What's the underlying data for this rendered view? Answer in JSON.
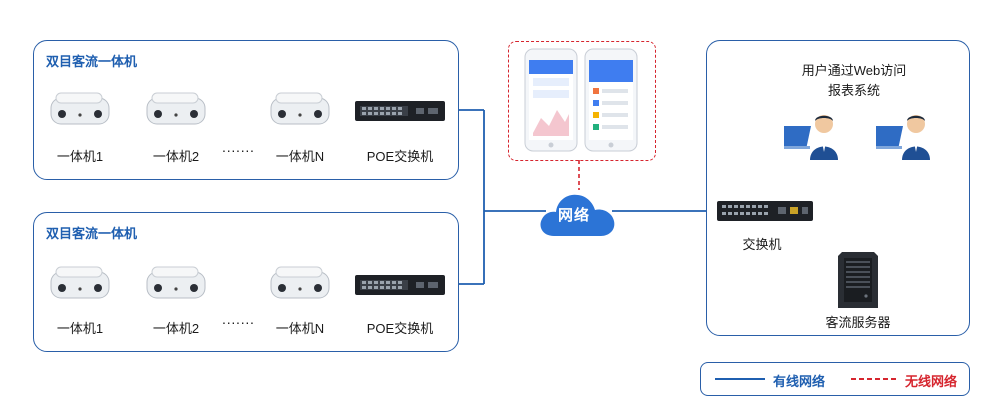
{
  "groups": [
    {
      "title": "双目客流一体机",
      "devices": [
        "一体机1",
        "一体机2",
        "一体机N"
      ],
      "dots": "·······",
      "switch_label": "POE交换机"
    },
    {
      "title": "双目客流一体机",
      "devices": [
        "一体机1",
        "一体机2",
        "一体机N"
      ],
      "dots": "·······",
      "switch_label": "POE交换机"
    }
  ],
  "cloud": {
    "label": "网络"
  },
  "server_side": {
    "web_title_line1": "用户通过Web访问",
    "web_title_line2": "报表系统",
    "switch_label": "交换机",
    "server_label": "客流服务器"
  },
  "legend": {
    "wired": "有线网络",
    "wireless": "无线网络",
    "wired_color": "#1f5fb0",
    "wireless_color": "#d6252e"
  },
  "icons": {
    "camera": "camera-icon",
    "switch": "network-switch-icon",
    "cloud": "cloud-icon",
    "phone": "phone-icon",
    "user": "user-computer-icon",
    "server": "server-tower-icon"
  }
}
